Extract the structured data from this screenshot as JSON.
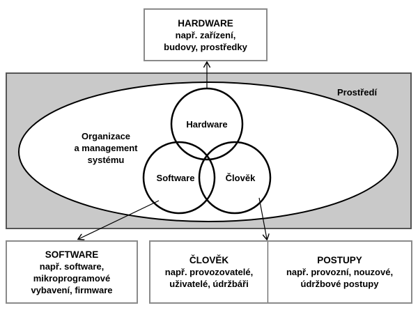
{
  "hardware_box": {
    "title": "HARDWARE",
    "line1": "např. zařízení,",
    "line2": "budovy, prostředky"
  },
  "software_box": {
    "title": "SOFTWARE",
    "line1": "např. software,",
    "line2": "mikroprogramové",
    "line3": "vybavení, firmware"
  },
  "clovek_box": {
    "title": "ČLOVĚK",
    "line1": "např. provozovatelé,",
    "line2": "uživatelé, údržbáři"
  },
  "postupy_box": {
    "title": "POSTUPY",
    "line1": "např. provozní, nouzové,",
    "line2": "údržbové postupy"
  },
  "environment_label": "Prostředí",
  "organization_label": {
    "line1": "Organizace",
    "line2": "a management",
    "line3": "systému"
  },
  "circles": {
    "hardware": "Hardware",
    "software": "Software",
    "clovek": "Člověk"
  }
}
